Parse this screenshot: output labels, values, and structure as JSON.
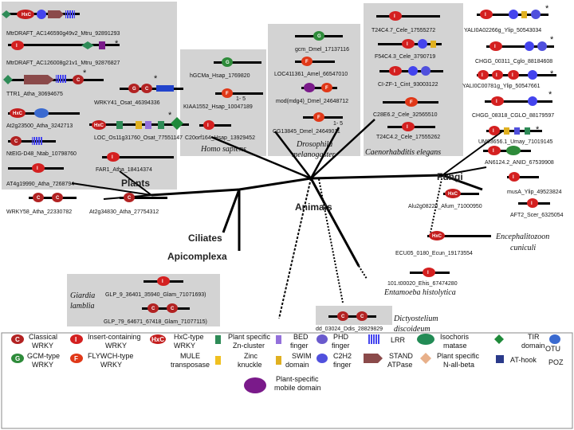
{
  "labels": {
    "l_mtru_92891293": "MtrDRAFT_AC146590g49v2_Mtru_92891293",
    "l_mtru_92876827": "MtrDRAFT_AC126008g21v1_Mtru_92876827",
    "l_ttr1": "TTR1_Atha_30694675",
    "l_wrky41": "WRKY41_Osat_46394336",
    "l_at2g23500": "At2g23500_Atha_3242713",
    "l_loc_os11": "LOC_Os11g31760_Osat_77551147",
    "l_ntelg": "NtEIG-D48_Ntab_10798760",
    "l_far1": "FAR1_Atha_18414374",
    "l_at4g19990": "AT4g19990_Atha_7268794",
    "l_wrky58": "WRKY58_Atha_22330782",
    "l_at2g34830": "At2g34830_Atha_27754312",
    "l_hgcme": "hGCMa_Hsap_1769820",
    "l_kiaa": "KIAA1552_Hsap_10047189",
    "l_c20orf": "C20orf164_Hsap_13929452",
    "l_gcm": "gcm_Dmel_17137116",
    "l_loc411": "LOC411361_Amel_66547010",
    "l_mod": "mod(mdg4)_Dmel_24648712",
    "l_cg13": "CG13845_Dmel_24649011",
    "l_t24c4_7": "T24C4.7_Cele_17555272",
    "l_f54c4": "F54C4.3_Cele_3790719",
    "l_ci_zf": "CI-ZF-1_Cint_93003122",
    "l_c28e6": "C28E6.2_Cele_32565510",
    "l_t24c4_2": "T24C4.2_Cele_17555262",
    "l_yali_022": "YALI0A02266g_Ylip_50543034",
    "l_chgg_00311": "CHGG_00311_Cglo_88184608",
    "l_yali_007": "YALI0C00781g_Ylip_50547661",
    "l_chgg_08318": "CHGG_08318_CGLO_88179597",
    "l_um03656": "UM03656.1_Umay_71019145",
    "l_an6124": "AN6124.2_ANID_67539908",
    "l_mus": "musA_Ylip_49523824",
    "l_alu": "Alu2g08220_Afum_71000950",
    "l_aft2": "AFT2_Scer_6325054",
    "l_ecu": "ECU05_0180_Ecun_19173554",
    "l_ehis": "101.t00020_Ehis_67474280",
    "l_glp1": "GLP_9_36401_35940_Glam_71071693)",
    "l_glp2": "GLP_79_64671_67418_Glam_71077115)",
    "l_ddis": "dd_03024_Ddis_28829829",
    "l_ratio1": "1- 5",
    "l_ratio2": "1- 5"
  },
  "clades": {
    "plants": "Plants",
    "animals": "Animals",
    "fungi": "Fungi",
    "ciliates": "Ciliates",
    "apicomplexa": "Apicomplexa"
  },
  "species": {
    "homo": "Homo sapiens",
    "droso_1": "Drosophila",
    "droso_2": "melanogaster",
    "caeno": "Caenorhabditis elegans",
    "encepha_1": "Encephalitozoon",
    "encepha_2": "cuniculi",
    "entamoeba": "Entamoeba histolytica",
    "giardia_1": "Giardia",
    "giardia_2": "lamblia",
    "dicty_1": "Dictyostelium",
    "dicty_2": "discoideum"
  },
  "domain_letters": {
    "classical": "C",
    "gcm": "G",
    "insert": "I",
    "flywch": "F",
    "hxc": "HxC",
    "star": "*"
  },
  "legend": {
    "classical_1": "Classical",
    "classical_2": "WRKY",
    "gcm_1": "GCM-type",
    "gcm_2": "WRKY",
    "insert_1": "Insert-containing",
    "insert_2": "WRKY",
    "flywch_1": "FLYWCH-type",
    "flywch_2": "WRKY",
    "hxc_1": "HxC-type",
    "hxc_2": "WRKY",
    "mule_1": "MULE",
    "mule_2": "transposase",
    "zn_1": "Plant specific",
    "zn_2": "Zn-cluster",
    "zinc_1": "Zinc",
    "zinc_2": "knuckle",
    "bed_1": "BED",
    "bed_2": "finger",
    "swim_1": "SWIM",
    "swim_2": "domain",
    "phd_1": "PHD",
    "phd_2": "finger",
    "c2h2_1": "C2H2",
    "c2h2_2": "finger",
    "lrr": "LRR",
    "stand_1": "STAND",
    "stand_2": "ATPase",
    "isochoris_1": "Isochoris",
    "isochoris_2": "matase",
    "nab_1": "Plant specific",
    "nab_2": "N-all-beta",
    "tir_1": "TIR",
    "tir_2": "domain",
    "athook": "AT-hook",
    "otu": "OTU",
    "poz": "POZ",
    "mobile_1": "Plant-specific",
    "mobile_2": "mobile domain"
  },
  "colors": {
    "classical": "#b22222",
    "gcm": "#2e8b3a",
    "insert": "#d42020",
    "flywch": "#e03818",
    "hxc": "#c41e1e",
    "mule": "#2244cc",
    "zncluster": "#2e8b57",
    "zinc": "#f0c020",
    "bed": "#9370db",
    "swim": "#e0b020",
    "phd": "#6a5acd",
    "c2h2": "#5050dd",
    "lrr": "#4444ee",
    "stand": "#8b4a4a",
    "isochoris": "#228b55",
    "nab": "#e8b08a",
    "tir": "#1f8a3a",
    "athook": "#2a3a8a",
    "otu": "#3a6ad0",
    "poz": "#5a2a6a",
    "mobile": "#7a1a8a",
    "panel": "#d3d3d3",
    "tree": "#000000"
  }
}
